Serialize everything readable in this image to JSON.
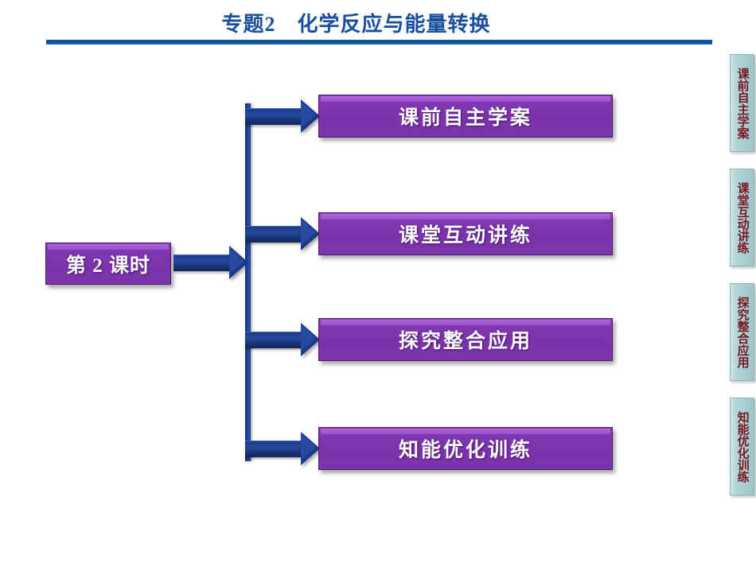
{
  "header": {
    "title": "专题2　化学反应与能量转换",
    "title_color": "#1a4fa0",
    "rule_color": "#0d4f94"
  },
  "diagram": {
    "root": {
      "label": "第 2 课时"
    },
    "box_color": "#7a33ab",
    "arrow_color": "#1b3a87",
    "nodes": [
      {
        "label": "课前自主学案"
      },
      {
        "label": "课堂互动讲练"
      },
      {
        "label": "探究整合应用"
      },
      {
        "label": "知能优化训练"
      }
    ]
  },
  "sidebar": {
    "tab_bg": "#a8ced1",
    "tab_text_color": "#7a1520",
    "tabs": [
      {
        "label": "课前自主学案"
      },
      {
        "label": "课堂互动讲练"
      },
      {
        "label": "探究整合应用"
      },
      {
        "label": "知能优化训练"
      }
    ]
  }
}
